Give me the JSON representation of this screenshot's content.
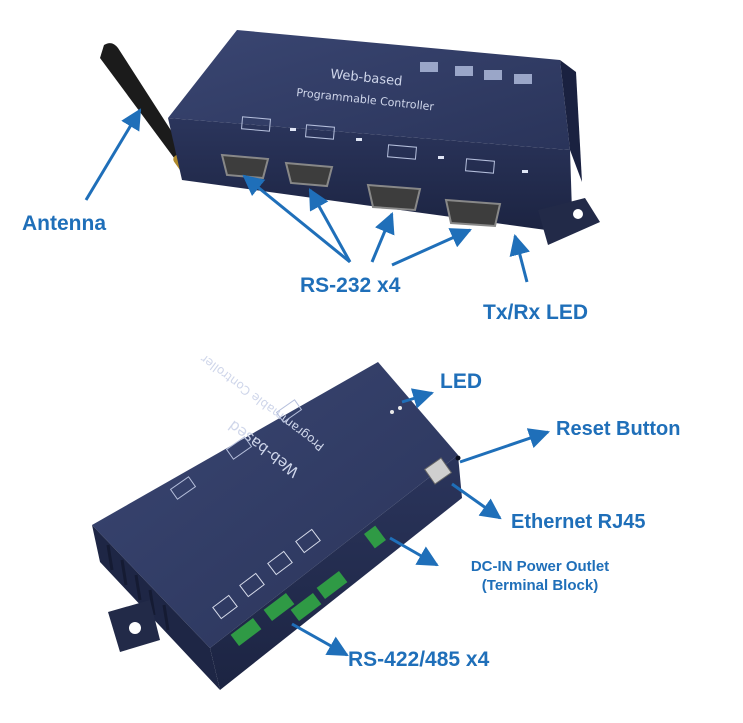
{
  "labels": {
    "antenna": "Antenna",
    "rs232": "RS-232 x4",
    "txrx_led": "Tx/Rx LED",
    "led": "LED",
    "reset_button": "Reset Button",
    "ethernet": "Ethernet RJ45",
    "dc_in_line1": "DC-IN Power Outlet",
    "dc_in_line2": "(Terminal Block)",
    "rs422": "RS-422/485 x4"
  },
  "device_text": {
    "top_line1": "Web-based",
    "top_line2": "Programmable Controller",
    "bottom_line1": "Web-based",
    "bottom_line2": "Programmable Controller"
  },
  "colors": {
    "callout": "#1f6fb9",
    "device_top": "#2f3a63",
    "device_side": "#262f52",
    "connector": "#3a3a3a",
    "terminal_block": "#2f9a45"
  }
}
